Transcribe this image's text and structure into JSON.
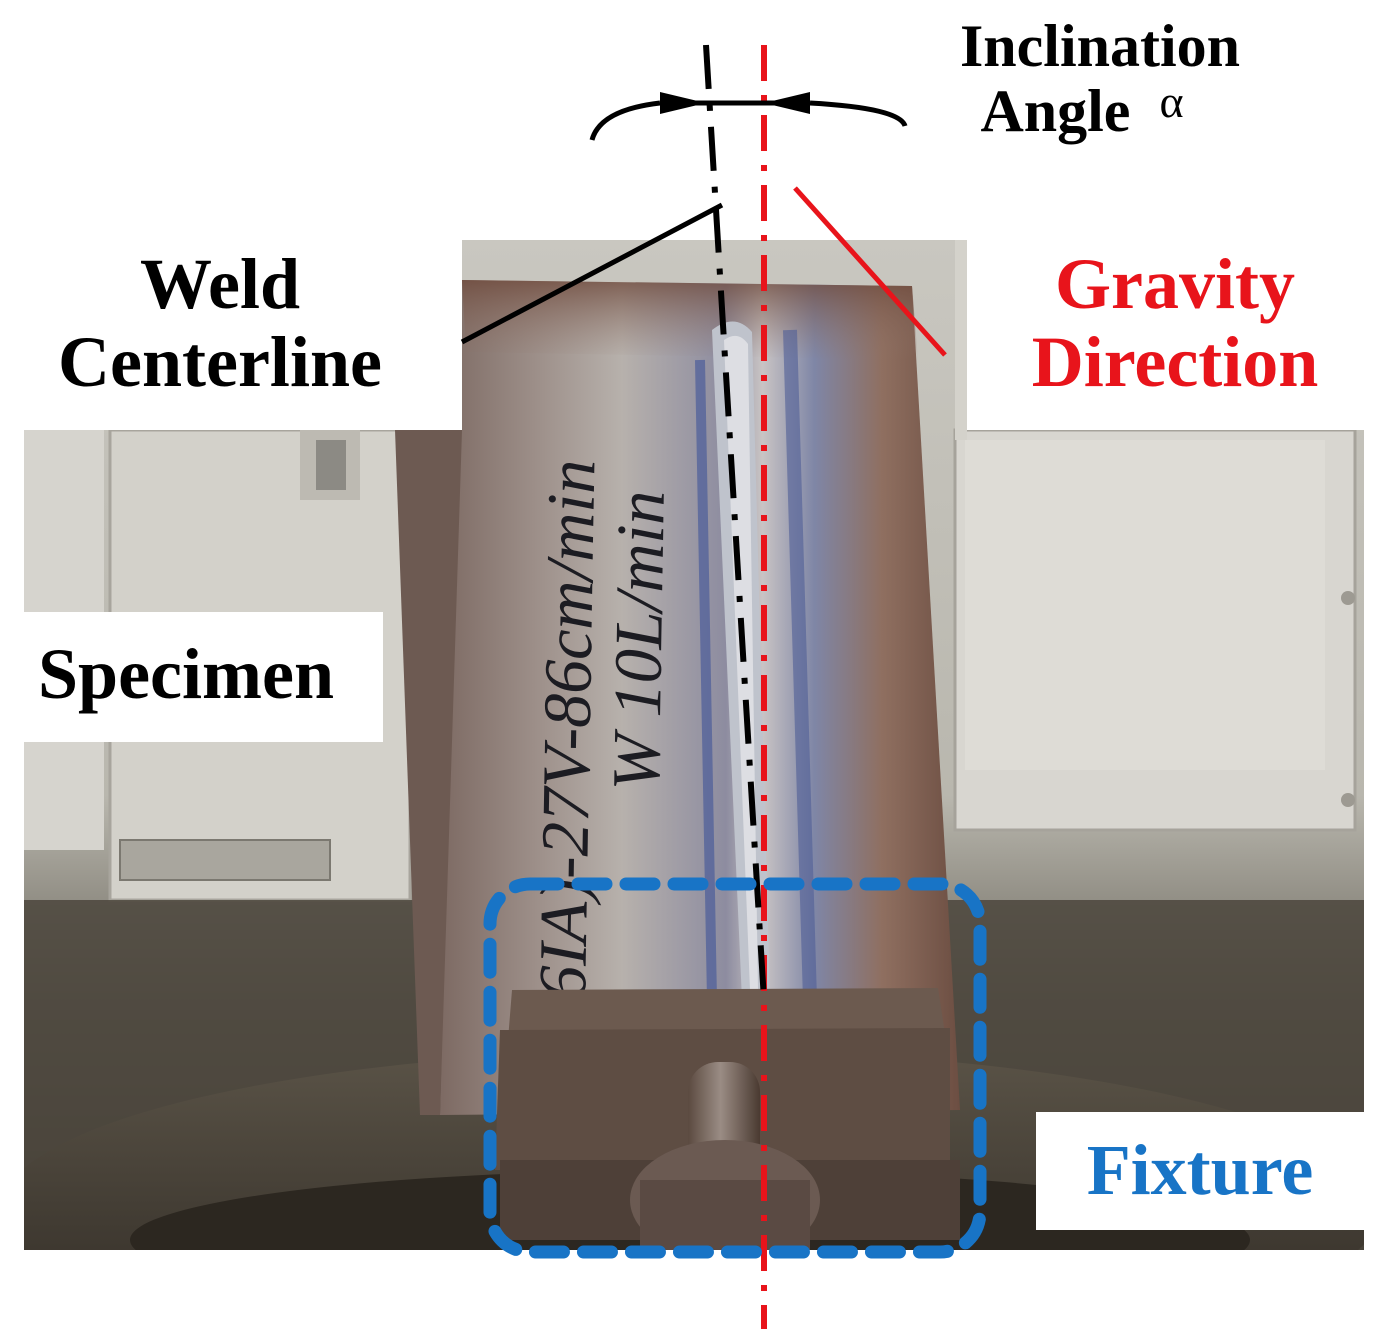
{
  "annotations": {
    "inclination_line1": "Inclination",
    "inclination_line2": "Angle",
    "alpha_symbol": "α",
    "weld_line1": "Weld",
    "weld_line2": "Centerline",
    "gravity_line1": "Gravity",
    "gravity_line2": "Direction",
    "specimen": "Specimen",
    "fixture": "Fixture"
  },
  "specimen_marking": {
    "line1": "6IA)-27V-86cm/min",
    "line2": "W 10L/min"
  },
  "colors": {
    "gravity": "#e8141b",
    "fixture": "#1874c6",
    "text_black": "#000000"
  }
}
